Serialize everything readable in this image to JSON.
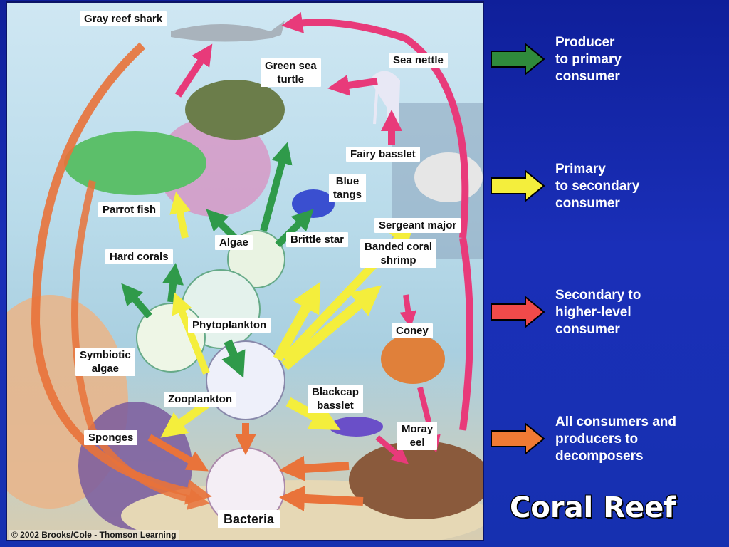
{
  "title": "Coral Reef",
  "copyright": "© 2002 Brooks/Cole - Thomson Learning",
  "colors": {
    "producer_to_primary": "#2f8a3c",
    "primary_to_secondary": "#f4ee3c",
    "secondary_to_higher": "#f04a4a",
    "to_decomposers": "#f07a34",
    "slide_background": "#1a2fb8"
  },
  "organisms": {
    "gray_reef_shark": "Gray reef shark",
    "green_sea_turtle": "Green sea\nturtle",
    "sea_nettle": "Sea nettle",
    "fairy_basslet": "Fairy basslet",
    "blue_tangs": "Blue\ntangs",
    "parrot_fish": "Parrot fish",
    "sergeant_major": "Sergeant major",
    "algae": "Algae",
    "brittle_star": "Brittle star",
    "banded_coral_shrimp": "Banded coral\nshrimp",
    "hard_corals": "Hard corals",
    "phytoplankton": "Phytoplankton",
    "coney": "Coney",
    "symbiotic_algae": "Symbiotic\nalgae",
    "zooplankton": "Zooplankton",
    "blackcap_basslet": "Blackcap\nbasslet",
    "sponges": "Sponges",
    "moray_eel": "Moray\neel",
    "bacteria": "Bacteria"
  },
  "legend": [
    {
      "text": "Producer\nto primary\nconsumer",
      "color_key": "producer_to_primary"
    },
    {
      "text": "Primary\nto secondary\nconsumer",
      "color_key": "primary_to_secondary"
    },
    {
      "text": "Secondary to\nhigher-level\nconsumer",
      "color_key": "secondary_to_higher"
    },
    {
      "text": "All consumers and\nproducers to\ndecomposers",
      "color_key": "to_decomposers"
    }
  ]
}
